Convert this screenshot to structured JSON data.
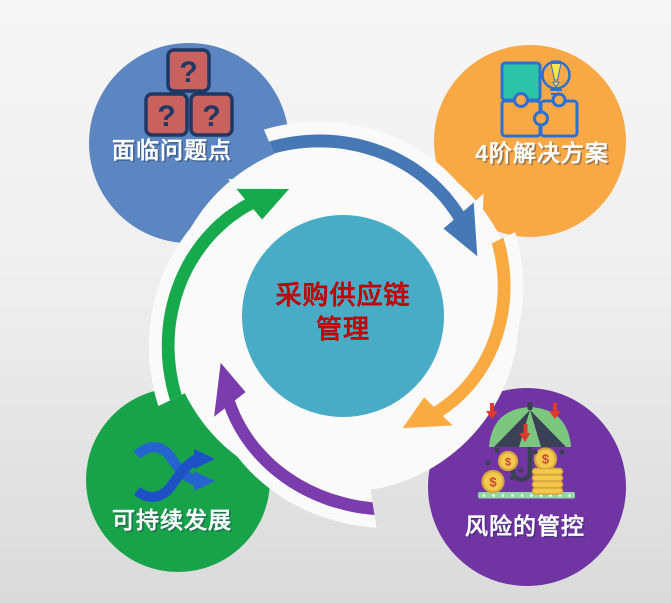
{
  "diagram": {
    "title_area": "cycle-diagram",
    "center": {
      "line1": "采购供应链",
      "line2": "管理",
      "circle_color": "#48ACC7",
      "text_color": "#C00000"
    },
    "nodes": [
      {
        "id": "problems",
        "label": "面临问题点",
        "color": "#5B86C1",
        "icon": "question-tiles-icon"
      },
      {
        "id": "solutions",
        "label": "4阶解决方案",
        "color": "#F8A845",
        "icon": "puzzle-lightbulb-icon"
      },
      {
        "id": "sustainability",
        "label": "可持续发展",
        "color": "#18A34A",
        "icon": "shuffle-arrows-icon"
      },
      {
        "id": "risk",
        "label": "风险的管控",
        "color": "#7134A3",
        "icon": "umbrella-money-icon"
      }
    ],
    "arrow_colors": {
      "blue": "#4678B5",
      "orange": "#F9AB42",
      "purple": "#7B3CAE",
      "green": "#17AA4C"
    },
    "glyphs": {
      "question": "?",
      "dollar": "$"
    }
  },
  "colors": {
    "page_bg_top": "#F6F6F6",
    "page_bg_mid": "#EFEFEF",
    "page_bg_bottom": "#DADADA",
    "ring_white": "#FAFAFB",
    "label_text": "#FFFFFF",
    "label_shadow": "rgba(32,48,80,0.40)"
  },
  "icon_colors": {
    "navy": "#1F3864",
    "rose": "#C9615E",
    "blue": "#2E6FD4",
    "teal": "#2BC4A7",
    "yellow": "#F7E64F",
    "royal": "#1C52C6",
    "royal2": "#2563CE",
    "dark": "#3A4155",
    "leaf": "#7CC67F",
    "red": "#E0382D",
    "gold": "#F2C94C",
    "gold_edge": "#D9A53C",
    "dollar": "#CE4538",
    "base_green": "#93D8A4",
    "dot_white": "#FFFFFF"
  }
}
